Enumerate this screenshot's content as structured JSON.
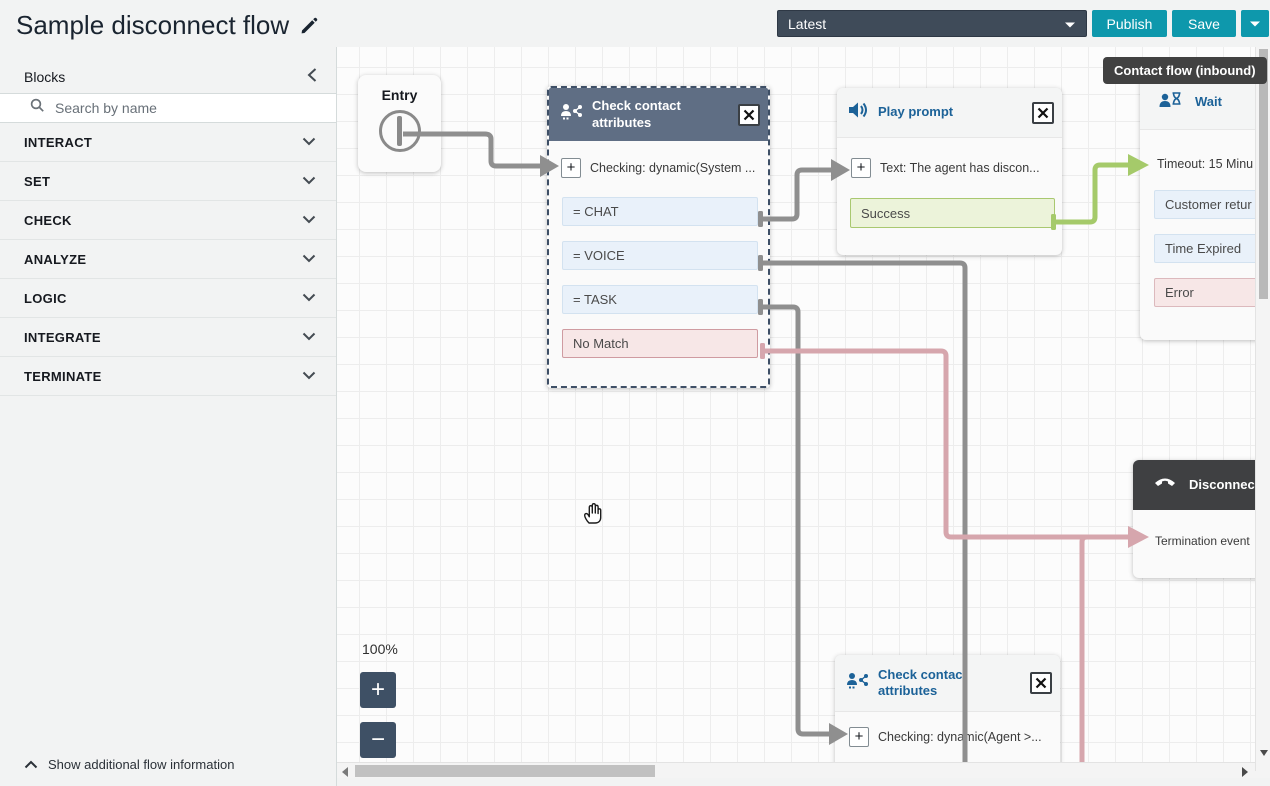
{
  "app": {
    "title": "Sample disconnect flow",
    "version_selector": {
      "value": "Latest"
    },
    "publish_label": "Publish",
    "save_label": "Save"
  },
  "sidebar": {
    "panel_title": "Blocks",
    "search_placeholder": "Search by name",
    "categories": [
      {
        "label": "INTERACT"
      },
      {
        "label": "SET"
      },
      {
        "label": "CHECK"
      },
      {
        "label": "ANALYZE"
      },
      {
        "label": "LOGIC"
      },
      {
        "label": "INTEGRATE"
      },
      {
        "label": "TERMINATE"
      }
    ],
    "footer_link": "Show additional flow information"
  },
  "canvas": {
    "badge": "Contact flow (inbound)",
    "zoom_level": "100%",
    "zoom_in": "+",
    "zoom_out": "−",
    "entry": {
      "label": "Entry"
    },
    "blocks": {
      "check_top": {
        "title": "Check contact attributes",
        "param": "Checking: dynamic(System ...",
        "branches": [
          {
            "label": "= CHAT"
          },
          {
            "label": "= VOICE"
          },
          {
            "label": "= TASK"
          },
          {
            "label": "No Match"
          }
        ]
      },
      "play_prompt": {
        "title": "Play prompt",
        "param": "Text: The agent has discon...",
        "branches": [
          {
            "label": "Success"
          }
        ]
      },
      "wait": {
        "title": "Wait",
        "param": "Timeout: 15 Minu",
        "branches": [
          {
            "label": "Customer retur"
          },
          {
            "label": "Time Expired"
          },
          {
            "label": "Error"
          }
        ]
      },
      "disconnect": {
        "title": "Disconnec",
        "param": "Termination event"
      },
      "check_bottom": {
        "title": "Check contact attributes",
        "param": "Checking: dynamic(Agent >..."
      }
    },
    "colors": {
      "accent_teal": "#0e98ac",
      "toolbar_dark": "#3f4b59",
      "selected_header": "#5f6e84",
      "disconnect_header": "#3f4042",
      "block_title_blue": "#1c6298",
      "edge_gray": "#8f8f8f",
      "edge_pink": "#d6a6ad",
      "edge_green": "#a5ca6a",
      "branch_blue_bg": "#e9f1fa",
      "branch_error_bg": "#f7e7e7",
      "branch_success_bg": "#ecf3da"
    }
  }
}
